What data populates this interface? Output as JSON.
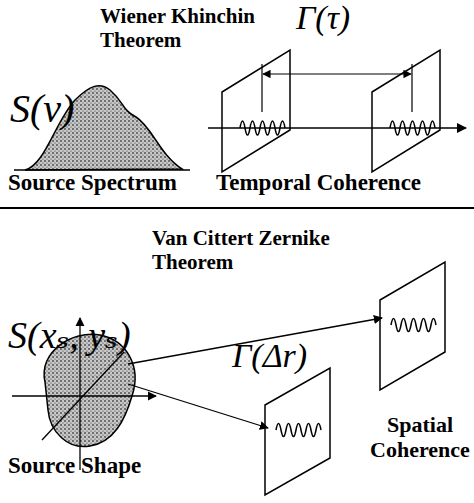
{
  "diagram": {
    "labels": [
      "S(ν)",
      "Wiener Khinchin Theorem",
      "Γ(τ)",
      "Source Spectrum",
      "Temporal Coherence",
      "Van Cittert Zernike Theorem",
      "S(xₛ, yₛ)",
      "Γ(Δr)",
      "Source Shape",
      "Spatial Coherence"
    ]
  }
}
